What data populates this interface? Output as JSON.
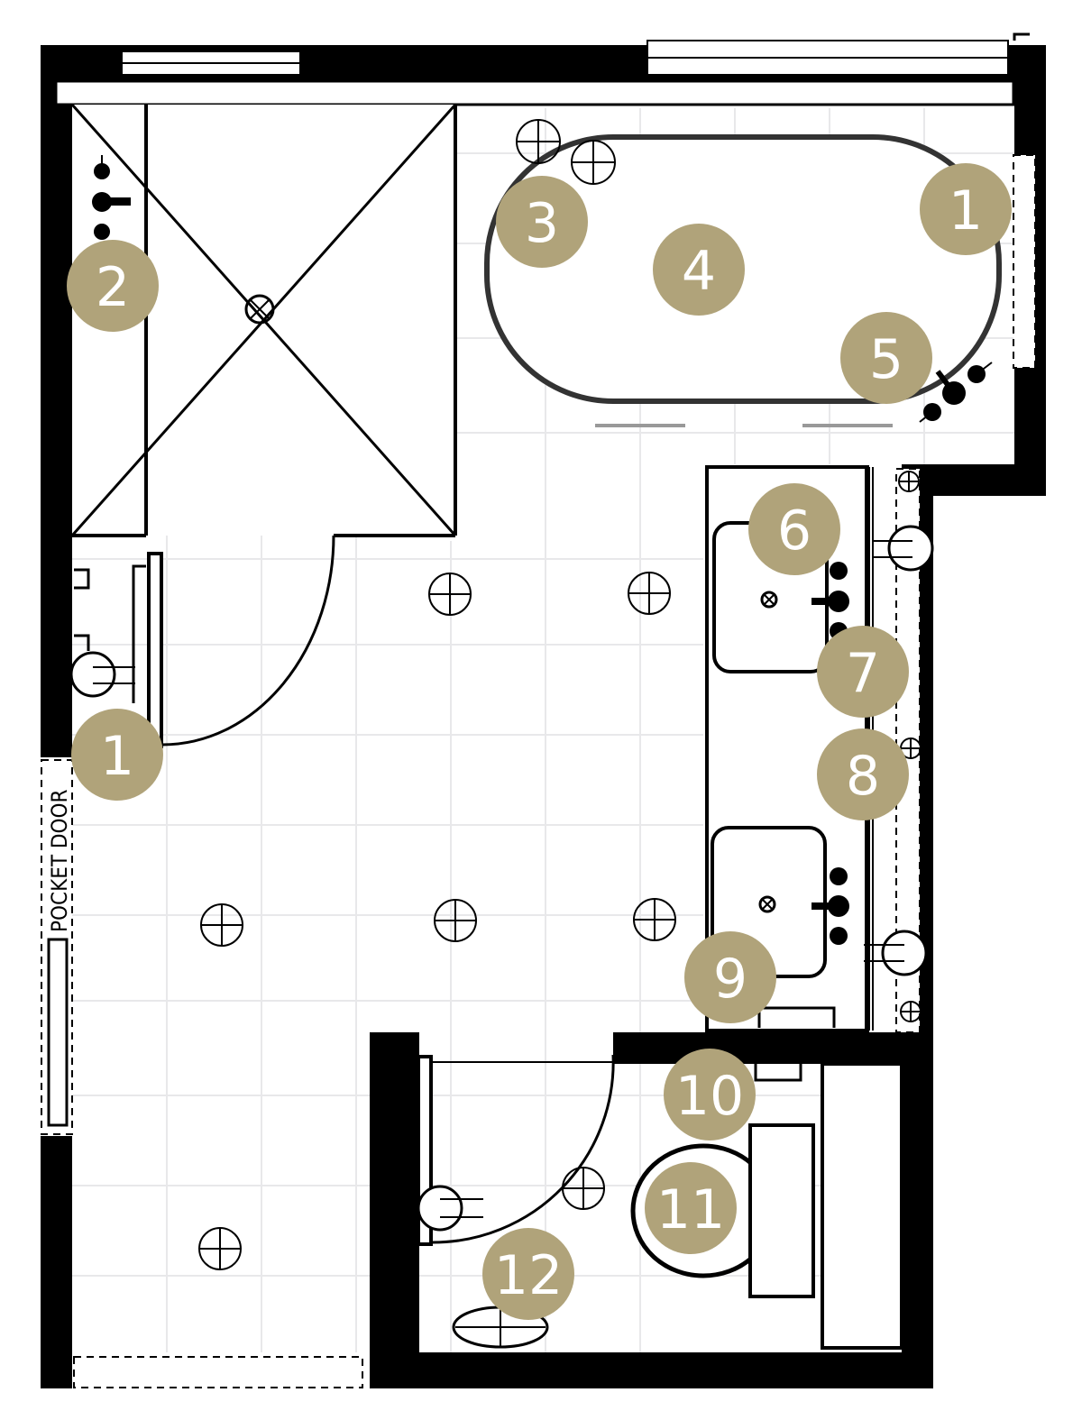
{
  "pocket_door_label": "POCKET DOOR",
  "marker_color": "#b0a37a",
  "markers": [
    {
      "id": "m-shower-door-upper",
      "label": "1"
    },
    {
      "id": "m-shower-valve",
      "label": "2"
    },
    {
      "id": "m-tub-filler-lights",
      "label": "3"
    },
    {
      "id": "m-bathtub",
      "label": "4"
    },
    {
      "id": "m-tub-faucet",
      "label": "5"
    },
    {
      "id": "m-sink-upper",
      "label": "6"
    },
    {
      "id": "m-faucet-upper",
      "label": "7"
    },
    {
      "id": "m-vanity-outlet",
      "label": "8"
    },
    {
      "id": "m-sink-lower",
      "label": "9"
    },
    {
      "id": "m-wc-shelf",
      "label": "10"
    },
    {
      "id": "m-toilet",
      "label": "11"
    },
    {
      "id": "m-wc-light",
      "label": "12"
    },
    {
      "id": "m-entry-door",
      "label": "1"
    }
  ]
}
